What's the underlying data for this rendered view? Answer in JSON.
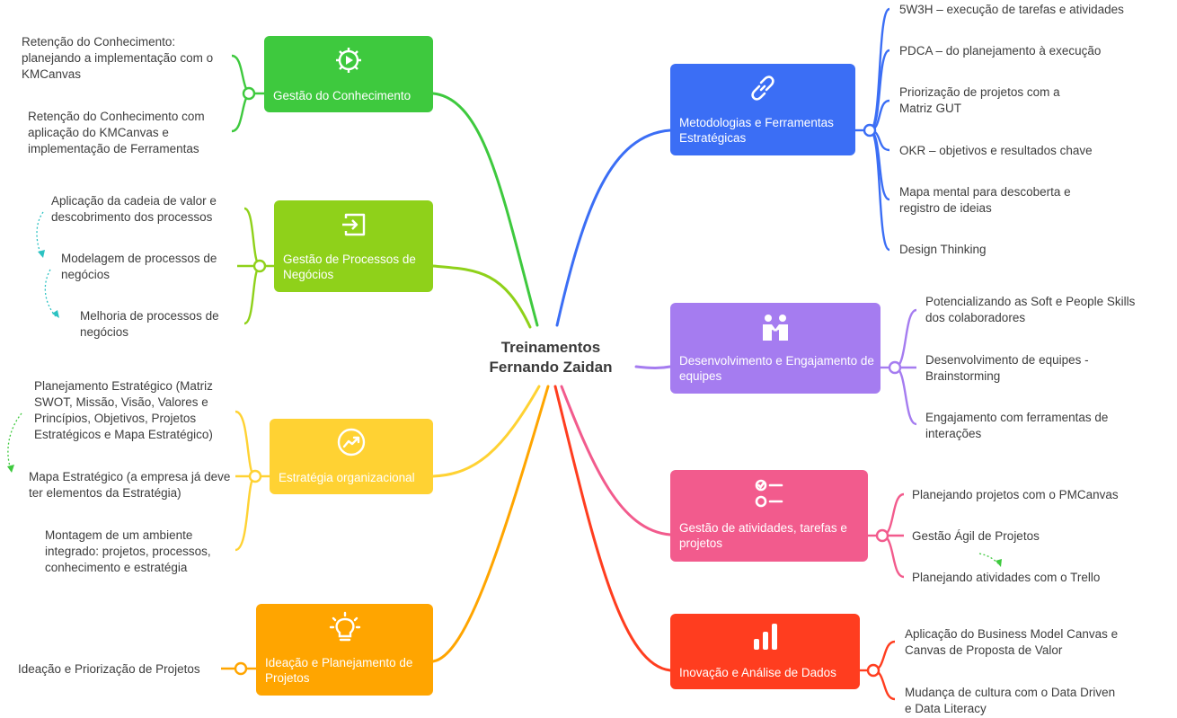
{
  "center": {
    "line1": "Treinamentos",
    "line2": "Fernando Zaidan"
  },
  "colors": {
    "green": "#3ec93e",
    "lime": "#8fd11a",
    "yellow": "#ffd233",
    "orange": "#ffa500",
    "blue": "#3b6ef5",
    "purple": "#a57cf0",
    "pink": "#f25b8d",
    "red": "#ff3d1f"
  },
  "branches": {
    "gestao_conhecimento": {
      "label": "Gestão do Conhecimento",
      "icon": "gear-play-icon",
      "leaves": [
        "Retenção do Conhecimento: planejando a implementação com o KMCanvas",
        "Retenção do Conhecimento com aplicação do KMCanvas e implementação de Ferramentas"
      ]
    },
    "gestao_processos": {
      "label": "Gestão de Processos de Negócios",
      "icon": "process-box-icon",
      "leaves": [
        "Aplicação da cadeia de valor e descobrimento dos processos",
        "Modelagem de processos de negócios",
        "Melhoria de processos de negócios"
      ]
    },
    "estrategia": {
      "label": "Estratégia organizacional",
      "icon": "trend-up-icon",
      "leaves": [
        "Planejamento Estratégico (Matriz SWOT, Missão, Visão, Valores e Princípios, Objetivos, Projetos Estratégicos e Mapa Estratégico)",
        "Mapa Estratégico (a empresa já deve ter elementos da Estratégia)",
        "Montagem de um ambiente integrado: projetos, processos, conhecimento e estratégia"
      ]
    },
    "ideacao": {
      "label": "Ideação e Planejamento de Projetos",
      "icon": "lightbulb-icon",
      "leaves": [
        "Ideação e Priorização de Projetos"
      ]
    },
    "metodologias": {
      "label": "Metodologias e Ferramentas Estratégicas",
      "icon": "link-icon",
      "leaves": [
        "5W3H – execução de tarefas e atividades",
        "PDCA – do planejamento à execução",
        "Priorização de projetos com a Matriz GUT",
        "OKR – objetivos e resultados chave",
        "Mapa mental para descoberta e registro de ideias",
        "Design Thinking"
      ]
    },
    "desenvolvimento": {
      "label": "Desenvolvimento e Engajamento de equipes",
      "icon": "handshake-icon",
      "leaves": [
        "Potencializando as Soft e People Skills dos colaboradores",
        "Desenvolvimento de equipes - Brainstorming",
        "Engajamento com ferramentas de interações"
      ]
    },
    "atividades": {
      "label": "Gestão de atividades, tarefas e projetos",
      "icon": "checklist-icon",
      "leaves": [
        "Planejando projetos com o PMCanvas",
        "Gestão Ágil de Projetos",
        "Planejando atividades com o Trello"
      ]
    },
    "inovacao": {
      "label": "Inovação  e Análise de Dados",
      "icon": "bar-chart-icon",
      "leaves": [
        "Aplicação do Business Model Canvas e Canvas de Proposta de Valor",
        "Mudança de cultura com o Data Driven e Data Literacy"
      ]
    }
  }
}
